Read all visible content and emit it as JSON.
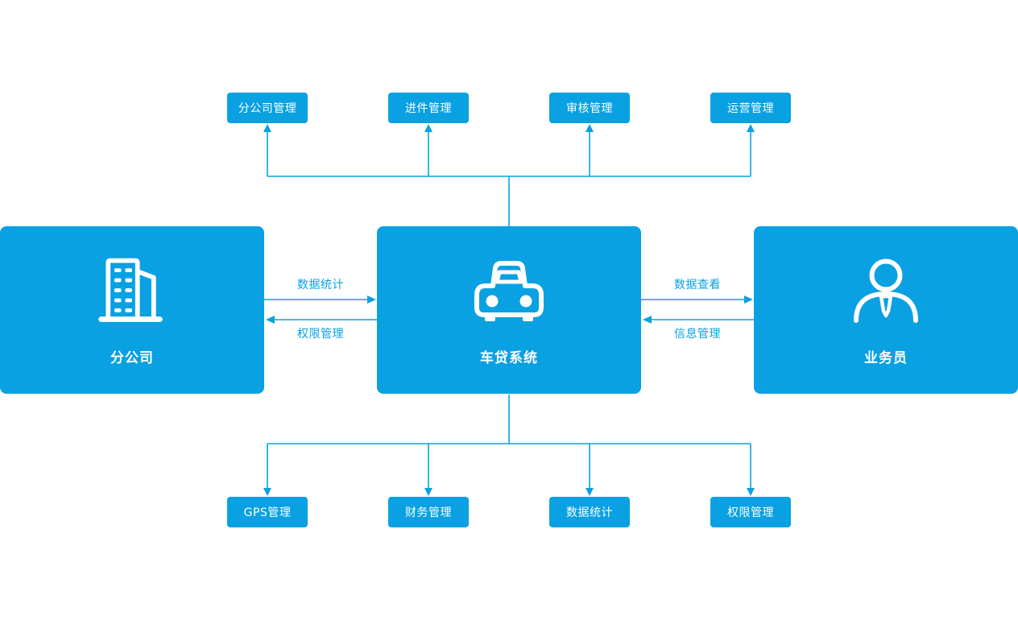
{
  "colors": {
    "accent": "#09a1e2",
    "node_text": "#ffffff",
    "background": "#ffffff"
  },
  "diagram": {
    "top_nodes": [
      {
        "label": "分公司管理"
      },
      {
        "label": "进件管理"
      },
      {
        "label": "审核管理"
      },
      {
        "label": "运营管理"
      }
    ],
    "bottom_nodes": [
      {
        "label": "GPS管理"
      },
      {
        "label": "财务管理"
      },
      {
        "label": "数据统计"
      },
      {
        "label": "权限管理"
      }
    ],
    "main_nodes": {
      "left": {
        "label": "分公司",
        "icon": "building-icon"
      },
      "center": {
        "label": "车贷系统",
        "icon": "car-icon"
      },
      "right": {
        "label": "业务员",
        "icon": "person-icon"
      }
    },
    "edges": {
      "left_to_center": {
        "label": "数据统计"
      },
      "center_to_left": {
        "label": "权限管理"
      },
      "center_to_right": {
        "label": "数据查看"
      },
      "right_to_center": {
        "label": "信息管理"
      }
    }
  }
}
